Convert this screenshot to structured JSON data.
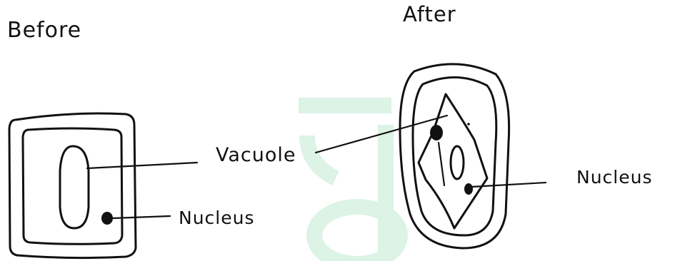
{
  "before": {
    "title": "Before",
    "labels": {
      "vacuole": "Vacuole",
      "nucleus": "Nucleus"
    }
  },
  "after": {
    "title": "After",
    "labels": {
      "nucleus": "Nucleus"
    }
  },
  "colors": {
    "ink": "#111111",
    "watermark": "#d9f2e3",
    "background": "#ffffff"
  }
}
